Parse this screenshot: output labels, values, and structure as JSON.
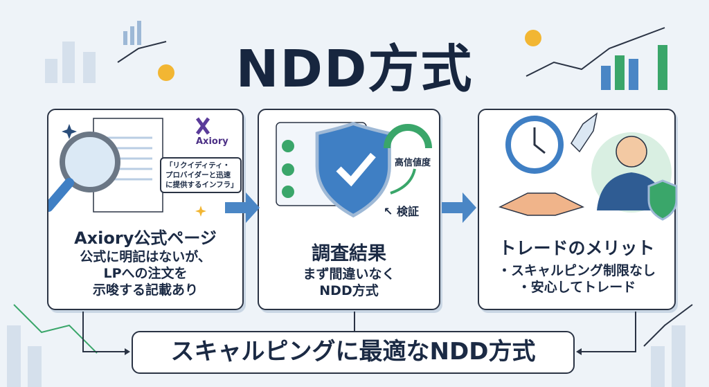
{
  "title": "NDD方式",
  "panels": [
    {
      "logo": "Axiory",
      "quote": "「リクイディティ・プロバイダーと迅速に提供するインフラ」",
      "title": "Axiory公式ページ",
      "body": [
        "公式に明記はないが、",
        "LPへの注文を",
        "示唆する記載あり"
      ]
    },
    {
      "gauge_label": "高信値度",
      "verify_label": "検証",
      "title": "調査結果",
      "body": [
        "まず間違いなく",
        "NDD方式"
      ]
    },
    {
      "title": "トレードのメリット",
      "body": [
        "・スキャルピング制限なし",
        "・安心してトレード"
      ]
    }
  ],
  "conclusion": "スキャルピングに最適なNDD方式",
  "colors": {
    "navy": "#17263f",
    "blue": "#3f7fc4",
    "green": "#3aa66a",
    "bg": "#eef3f8"
  }
}
